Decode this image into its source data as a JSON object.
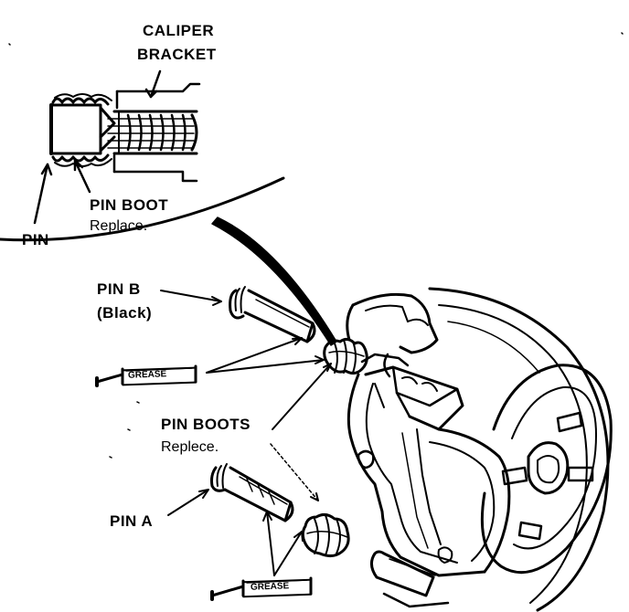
{
  "labels": {
    "caliper_line1": "CALIPER",
    "caliper_line2": "BRACKET",
    "pin_boot": "PIN BOOT",
    "pin_boot_note": "Replace.",
    "pin": "PIN",
    "pin_b": "PIN B",
    "pin_b_color": "(Black)",
    "pin_boots": "PIN BOOTS",
    "pin_boots_note": "Replece.",
    "pin_a": "PIN A",
    "grease_1": "GREASE",
    "grease_2": "GREASE"
  }
}
